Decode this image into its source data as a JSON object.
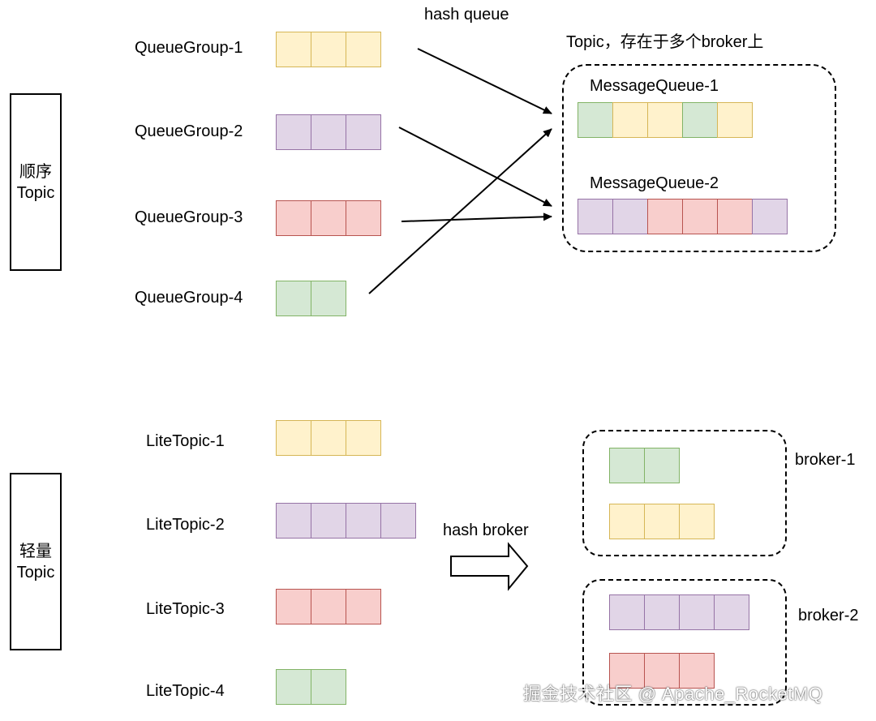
{
  "ordered_section": {
    "box_label_line1": "顺序",
    "box_label_line2": "Topic",
    "arrow_label": "hash queue",
    "topic_caption": "Topic，存在于多个broker上",
    "groups": [
      {
        "label": "QueueGroup-1",
        "cells": [
          "yellow",
          "yellow",
          "yellow"
        ]
      },
      {
        "label": "QueueGroup-2",
        "cells": [
          "purple",
          "purple",
          "purple"
        ]
      },
      {
        "label": "QueueGroup-3",
        "cells": [
          "red",
          "red",
          "red"
        ]
      },
      {
        "label": "QueueGroup-4",
        "cells": [
          "green",
          "green"
        ]
      }
    ],
    "message_queues": [
      {
        "label": "MessageQueue-1",
        "cells": [
          "green",
          "yellow",
          "yellow",
          "green",
          "yellow"
        ]
      },
      {
        "label": "MessageQueue-2",
        "cells": [
          "purple",
          "purple",
          "red",
          "red",
          "red",
          "purple"
        ]
      }
    ]
  },
  "lite_section": {
    "box_label_line1": "轻量",
    "box_label_line2": "Topic",
    "arrow_label": "hash broker",
    "topics": [
      {
        "label": "LiteTopic-1",
        "cells": [
          "yellow",
          "yellow",
          "yellow"
        ]
      },
      {
        "label": "LiteTopic-2",
        "cells": [
          "purple",
          "purple",
          "purple",
          "purple"
        ]
      },
      {
        "label": "LiteTopic-3",
        "cells": [
          "red",
          "red",
          "red"
        ]
      },
      {
        "label": "LiteTopic-4",
        "cells": [
          "green",
          "green"
        ]
      }
    ],
    "brokers": [
      {
        "label": "broker-1",
        "rows": [
          [
            "green",
            "green"
          ],
          [
            "yellow",
            "yellow",
            "yellow"
          ]
        ]
      },
      {
        "label": "broker-2",
        "rows": [
          [
            "purple",
            "purple",
            "purple",
            "purple"
          ],
          [
            "red",
            "red",
            "red"
          ]
        ]
      }
    ]
  },
  "watermark": "掘金技术社区 @ Apache_RocketMQ",
  "colors": {
    "yellow_fill": "#fff2cc",
    "yellow_stroke": "#d6b656",
    "purple_fill": "#e1d5e7",
    "purple_stroke": "#9673a6",
    "red_fill": "#f8cecc",
    "red_stroke": "#b85450",
    "green_fill": "#d5e8d4",
    "green_stroke": "#82b366"
  }
}
